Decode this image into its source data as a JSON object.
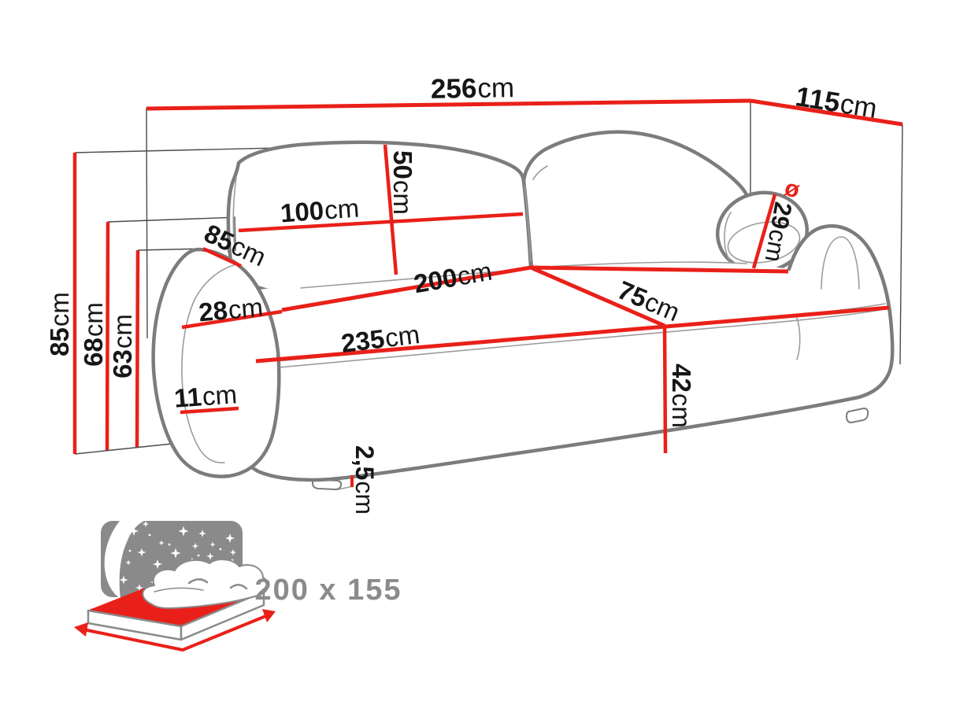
{
  "dimensions": {
    "overall_width": {
      "v": "256",
      "u": "cm"
    },
    "overall_depth": {
      "v": "115",
      "u": "cm"
    },
    "overall_height": {
      "v": "85",
      "u": "cm"
    },
    "armrest_height": {
      "v": "68",
      "u": "cm"
    },
    "backrest_top_height": {
      "v": "63",
      "u": "cm"
    },
    "back_cushion_height": {
      "v": "50",
      "u": "cm"
    },
    "back_cushion_width": {
      "v": "100",
      "u": "cm"
    },
    "armrest_depth": {
      "v": "85",
      "u": "cm"
    },
    "armrest_width": {
      "v": "28",
      "u": "cm"
    },
    "seat_width": {
      "v": "200",
      "u": "cm"
    },
    "seat_depth": {
      "v": "75",
      "u": "cm"
    },
    "front_width": {
      "v": "235",
      "u": "cm"
    },
    "seat_height": {
      "v": "42",
      "u": "cm"
    },
    "armrest_front_height": {
      "v": "11",
      "u": "cm"
    },
    "foot_height": {
      "v": "2,5",
      "u": "cm"
    },
    "bolster_diameter": {
      "prefix": "ø",
      "v": "29",
      "u": "cm"
    }
  },
  "sleeping_area": {
    "label": "200 x 155"
  },
  "colors": {
    "dimension_red": "#e92019",
    "outline_gray": "#7c7c7c",
    "text_black": "#161616",
    "icon_gray": "#8b8b8b",
    "headboard_gray": "#8a8a8a"
  }
}
